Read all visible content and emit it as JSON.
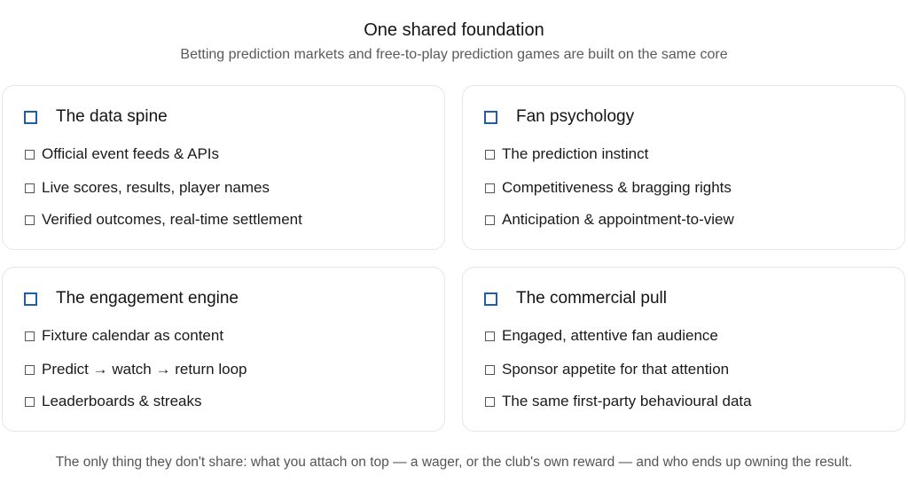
{
  "header": {
    "title": "One shared foundation",
    "subtitle": "Betting prediction markets and free-to-play prediction games are built on the same core"
  },
  "cards": [
    {
      "title": "The data spine",
      "icon": "square-outline-icon",
      "items": [
        "Official event feeds & APIs",
        "Live scores, results, player names",
        "Verified outcomes, real-time settlement"
      ]
    },
    {
      "title": "Fan psychology",
      "icon": "square-outline-icon",
      "items": [
        "The prediction instinct",
        "Competitiveness & bragging rights",
        "Anticipation & appointment-to-view"
      ]
    },
    {
      "title": "The engagement engine",
      "icon": "square-outline-icon",
      "items": [
        "Fixture calendar as content",
        "Predict → watch → return loop",
        "Leaderboards & streaks"
      ]
    },
    {
      "title": "The commercial pull",
      "icon": "square-outline-icon",
      "items": [
        "Engaged, attentive fan audience",
        "Sponsor appetite for that attention",
        "The same first-party behavioural data"
      ]
    }
  ],
  "footer": {
    "text": "The only thing they don't share: what you attach on top — a wager, or the club's own reward — and who ends up owning the result."
  },
  "colors": {
    "accent": "#1f5fa8",
    "card_border": "#e6e6e6",
    "muted_text": "#5a5a5a"
  }
}
